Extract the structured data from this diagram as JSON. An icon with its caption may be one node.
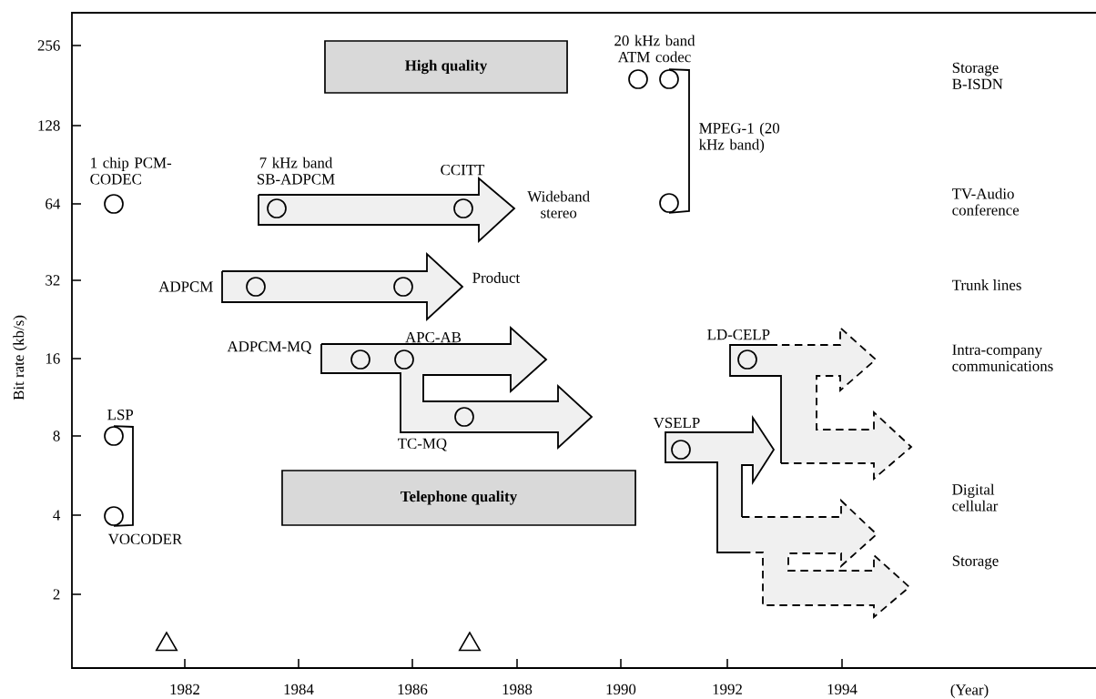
{
  "diagram": {
    "nodes": [
      {
        "text": [
          "High quality"
        ]
      },
      {
        "text": [
          "Telephone quality"
        ]
      },
      {
        "text": [],
        "shape": "circle",
        "beside": [
          "1 chip PCM-CODEC"
        ]
      },
      {
        "text": [],
        "shape": "circle",
        "beside": [
          "7 kHz band SB-ADPCM"
        ]
      },
      {
        "text": [],
        "shape": "circle",
        "beside": [
          "CCITT"
        ]
      },
      {
        "text": [],
        "shape": "circle",
        "beside": [
          "ADPCM"
        ]
      },
      {
        "text": [],
        "shape": "circle"
      },
      {
        "text": [],
        "shape": "circle",
        "beside": [
          "ADPCM-MQ"
        ]
      },
      {
        "text": [],
        "shape": "circle",
        "beside": [
          "APC-AB"
        ]
      },
      {
        "text": [],
        "shape": "circle",
        "beside": [
          "TC-MQ"
        ]
      },
      {
        "text": [],
        "shape": "circle",
        "beside": [
          "20 kHz band ATM codec"
        ]
      },
      {
        "text": [],
        "shape": "circle"
      },
      {
        "text": [],
        "shape": "circle"
      },
      {
        "text": [],
        "shape": "circle",
        "beside": [
          "LSP"
        ]
      },
      {
        "text": [],
        "shape": "circle",
        "beside": [
          "VOCODER"
        ]
      },
      {
        "text": [],
        "shape": "circle",
        "beside": [
          "VSELP"
        ]
      },
      {
        "text": [],
        "shape": "circle",
        "beside": [
          "LD-CELP"
        ]
      },
      {
        "text": [],
        "shape": "triangle"
      },
      {
        "text": [],
        "shape": "triangle"
      }
    ],
    "edges": [
      {
        "from": 11,
        "to": 12,
        "arrow": "none",
        "label": "MPEG-1 (20 kHz band)"
      },
      {
        "from": 13,
        "to": 14,
        "arrow": "none"
      }
    ],
    "labels": [
      "256",
      "128",
      "64",
      "32",
      "16",
      "8",
      "4",
      "2",
      "Bit rate (kb/s)",
      "Wideband stereo",
      "Product",
      "Storage B-ISDN",
      "TV-Audio conference",
      "Trunk lines",
      "Intra-company communications",
      "Digital cellular",
      "Storage",
      "1982",
      "1984",
      "1986",
      "1988",
      "1990",
      "1992",
      "1994",
      "(Year)"
    ]
  }
}
